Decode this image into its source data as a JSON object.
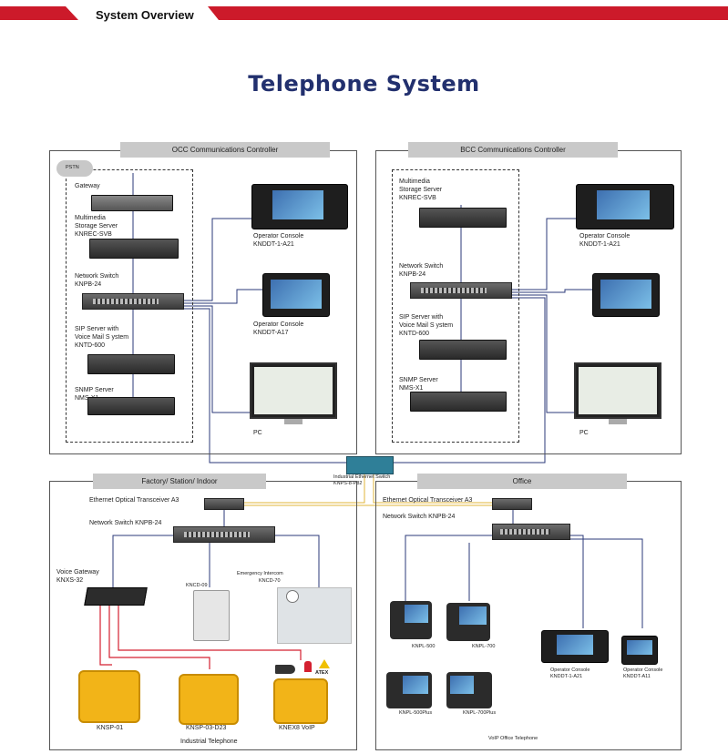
{
  "header": {
    "title": "System Overview",
    "accent": "#cc1a2a"
  },
  "page_title": "Telephone System",
  "title_color": "#22306e",
  "occ": {
    "band": "OCC Communications Controller",
    "pstn": "PSTN",
    "gateway": "Gateway",
    "storage": [
      "Multimedia",
      "Storage Server",
      "KNREC-SVB"
    ],
    "switch": [
      "Network Switch",
      "KNPB-24"
    ],
    "sip": [
      "SIP Server with",
      "Voice Mail S ystem",
      "KNTD-600"
    ],
    "snmp": [
      "SNMP  Server",
      "NMS-X1"
    ],
    "console1": [
      "Operator Console",
      "KNDDT-1-A21"
    ],
    "console2": [
      "Operator Console",
      "KNDDT-A17"
    ],
    "pc": "PC"
  },
  "bcc": {
    "band": "BCC Communications Controller",
    "storage": [
      "Multimedia",
      "Storage Server",
      "KNREC-SVB"
    ],
    "switch": [
      "Network Switch",
      "KNPB-24"
    ],
    "sip": [
      "SIP Server with",
      "Voice Mail S ystem",
      "KNTD-600"
    ],
    "snmp": [
      "SNMP  Server",
      "NMS-X1"
    ],
    "console1": [
      "Operator Console",
      "KNDDT-1-A21"
    ],
    "pc": "PC"
  },
  "center_switch": [
    "Industrial Ethernet Switch",
    "KNPS-8-P82"
  ],
  "factory": {
    "band": "Factory/ Station/ Indoor",
    "transceiver": "Ethernet Optical Transceiver A3",
    "switch": "Network Switch KNPB-24",
    "gateway": [
      "Voice Gateway",
      "KNXS-32"
    ],
    "kncd": "KNCD-09",
    "intercom": [
      "Emergency Intercom",
      "KNCD-70"
    ],
    "phones": [
      "KNSP-01",
      "KNSP-03-D23",
      "KNEX8 VoIP"
    ],
    "atex": "ATEX",
    "caption": "Industrial Telephone"
  },
  "office": {
    "band": "Office",
    "transceiver": "Ethernet Optical Transceiver A3",
    "switch": "Network Switch KNPB-24",
    "phones": [
      "KNPL-500",
      "KNPL-700",
      "KNPL-500Plus",
      "KNPL-700Plus"
    ],
    "console1": [
      "Operator Console",
      "KNDDT-1-A21"
    ],
    "console2": [
      "Operator Console",
      "KNDDT-A11"
    ],
    "caption": "VoIP Office Telephone"
  }
}
